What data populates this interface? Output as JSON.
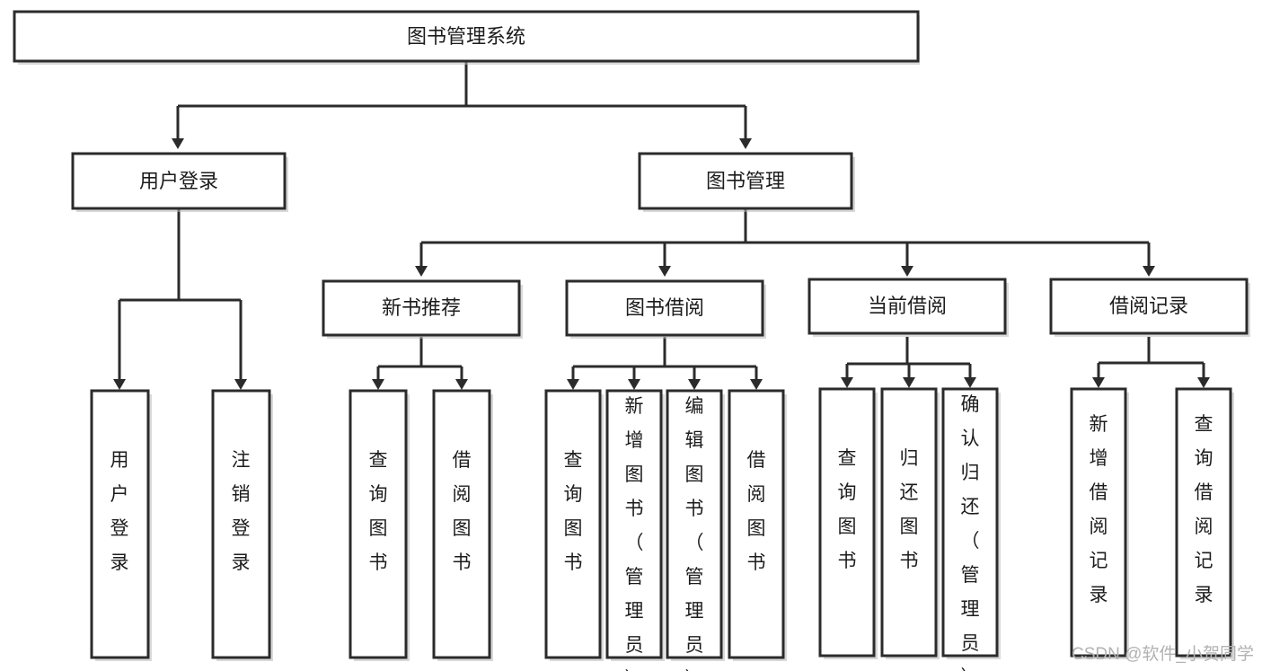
{
  "diagram": {
    "title": "图书管理系统",
    "type": "hierarchy-tree",
    "root": {
      "id": "root",
      "label": "图书管理系统",
      "orientation": "horizontal"
    },
    "level2": [
      {
        "id": "user-login",
        "label": "用户登录",
        "orientation": "horizontal"
      },
      {
        "id": "book-manage",
        "label": "图书管理",
        "orientation": "horizontal"
      }
    ],
    "level3": [
      {
        "id": "new-book-recommend",
        "label": "新书推荐",
        "orientation": "horizontal",
        "parent": "book-manage"
      },
      {
        "id": "book-borrow",
        "label": "图书借阅",
        "orientation": "horizontal",
        "parent": "book-manage"
      },
      {
        "id": "current-borrow",
        "label": "当前借阅",
        "orientation": "horizontal",
        "parent": "book-manage"
      },
      {
        "id": "borrow-record",
        "label": "借阅记录",
        "orientation": "horizontal",
        "parent": "book-manage"
      }
    ],
    "leaves": [
      {
        "id": "leaf-user-login",
        "label": "用户登录",
        "orientation": "vertical",
        "parent": "user-login"
      },
      {
        "id": "leaf-logout-login",
        "label": "注销登录",
        "orientation": "vertical",
        "parent": "user-login"
      },
      {
        "id": "leaf-query-book-1",
        "label": "查询图书",
        "orientation": "vertical",
        "parent": "new-book-recommend"
      },
      {
        "id": "leaf-borrow-book-1",
        "label": "借阅图书",
        "orientation": "vertical",
        "parent": "new-book-recommend"
      },
      {
        "id": "leaf-query-book-2",
        "label": "查询图书",
        "orientation": "vertical",
        "parent": "book-borrow"
      },
      {
        "id": "leaf-add-book",
        "label": "新增图书（管理员）",
        "orientation": "vertical",
        "parent": "book-borrow"
      },
      {
        "id": "leaf-edit-book",
        "label": "编辑图书（管理员）",
        "orientation": "vertical",
        "parent": "book-borrow"
      },
      {
        "id": "leaf-borrow-book-2",
        "label": "借阅图书",
        "orientation": "vertical",
        "parent": "book-borrow"
      },
      {
        "id": "leaf-query-book-3",
        "label": "查询图书",
        "orientation": "vertical",
        "parent": "current-borrow"
      },
      {
        "id": "leaf-return-book",
        "label": "归还图书",
        "orientation": "vertical",
        "parent": "current-borrow"
      },
      {
        "id": "leaf-confirm-return",
        "label": "确认归还（管理员）",
        "orientation": "vertical",
        "parent": "current-borrow"
      },
      {
        "id": "leaf-add-record",
        "label": "新增借阅记录",
        "orientation": "vertical",
        "parent": "borrow-record"
      },
      {
        "id": "leaf-query-record",
        "label": "查询借阅记录",
        "orientation": "vertical",
        "parent": "borrow-record"
      }
    ],
    "colors": {
      "stroke": "#2b2b2b",
      "fill": "#ffffff",
      "text": "#1c1c1c",
      "shadow": "#b9b9b9",
      "watermark": "#b2b2b2"
    }
  },
  "watermark": {
    "text": "CSDN @软件_小贺同学"
  }
}
